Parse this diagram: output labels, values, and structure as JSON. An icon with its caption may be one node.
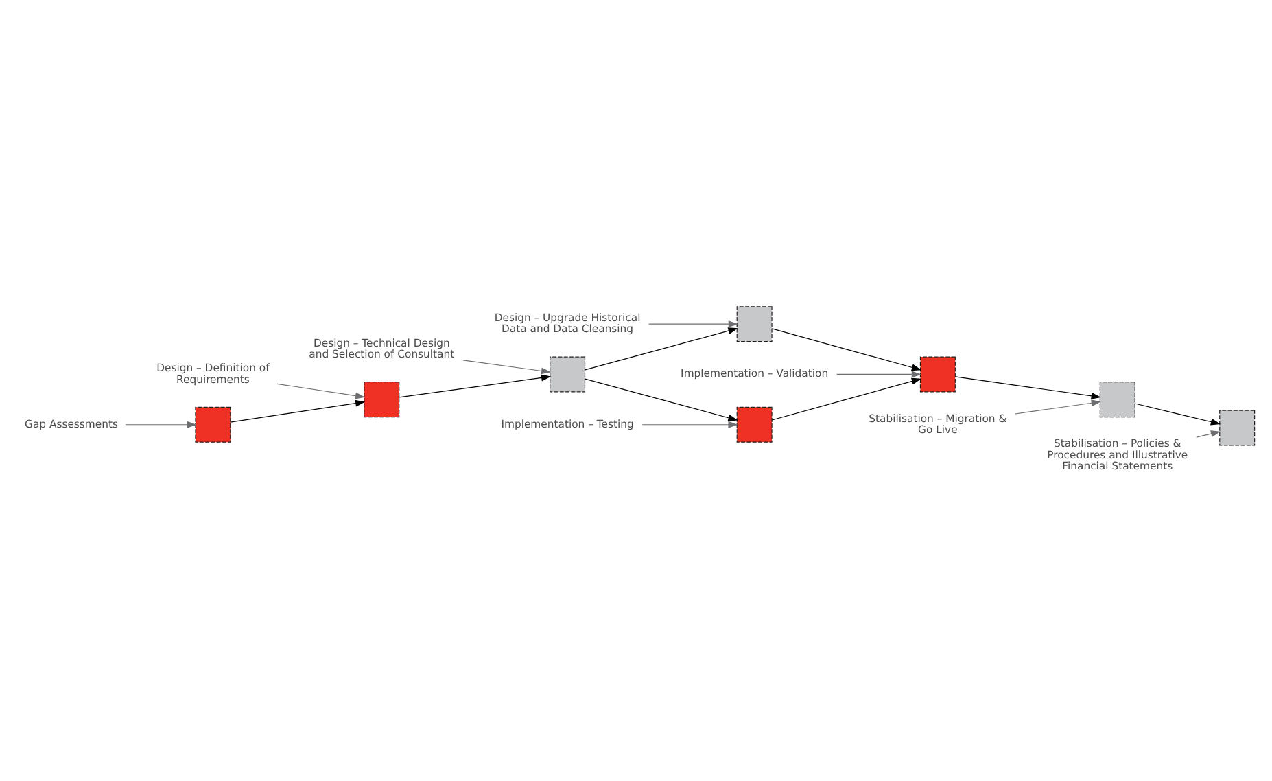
{
  "diagram": {
    "nodes": [
      {
        "text": [
          "Design – Upgrade Historical Data and Data Cleansing"
        ]
      },
      {
        "text": [
          "Stabilisation – Policies & Procedures and Illustrative Financial Statements"
        ]
      },
      {
        "text": [
          "Design – Technical Design and Selection of Consultant"
        ]
      },
      {
        "text": [
          "Stabilisation – Migration & Go Live"
        ]
      },
      {
        "text": [
          "Design – Definition of Requirements"
        ]
      },
      {
        "text": [
          "Implementation – Validation"
        ]
      },
      {
        "text": [
          "Gap Assessments"
        ]
      },
      {
        "text": [
          "Implementation – Testing"
        ]
      },
      {
        "text": [],
        "shape": "box"
      },
      {
        "text": [],
        "shape": "box"
      },
      {
        "text": [],
        "shape": "box"
      },
      {
        "text": [],
        "shape": "box"
      },
      {
        "text": [],
        "shape": "box"
      },
      {
        "text": [],
        "shape": "box"
      },
      {
        "text": [],
        "shape": "box"
      },
      {
        "text": [],
        "shape": "box"
      }
    ],
    "edges": [
      {
        "from": 8,
        "to": 9,
        "arrow": "to",
        "color": "#000000"
      },
      {
        "from": 9,
        "to": 10,
        "arrow": "to",
        "color": "#000000"
      },
      {
        "from": 10,
        "to": 11,
        "arrow": "to",
        "color": "#000000"
      },
      {
        "from": 10,
        "to": 12,
        "arrow": "to",
        "color": "#000000"
      },
      {
        "from": 11,
        "to": 13,
        "arrow": "to",
        "color": "#000000"
      },
      {
        "from": 12,
        "to": 13,
        "arrow": "to",
        "color": "#000000"
      },
      {
        "from": 13,
        "to": 14,
        "arrow": "to",
        "color": "#000000"
      },
      {
        "from": 14,
        "to": 15,
        "arrow": "to",
        "color": "#000000"
      },
      {
        "from": 0,
        "to": 11,
        "arrow": "to",
        "color": "#6d6e71"
      },
      {
        "from": 1,
        "to": 15,
        "arrow": "to",
        "color": "#6d6e71"
      },
      {
        "from": 2,
        "to": 10,
        "arrow": "to",
        "color": "#6d6e71"
      },
      {
        "from": 3,
        "to": 14,
        "arrow": "to",
        "color": "#6d6e71"
      },
      {
        "from": 4,
        "to": 9,
        "arrow": "to",
        "color": "#6d6e71"
      },
      {
        "from": 5,
        "to": 13,
        "arrow": "to",
        "color": "#6d6e71"
      },
      {
        "from": 6,
        "to": 8,
        "arrow": "to",
        "color": "#6d6e71"
      },
      {
        "from": 7,
        "to": 12,
        "arrow": "to",
        "color": "#6d6e71"
      }
    ]
  }
}
